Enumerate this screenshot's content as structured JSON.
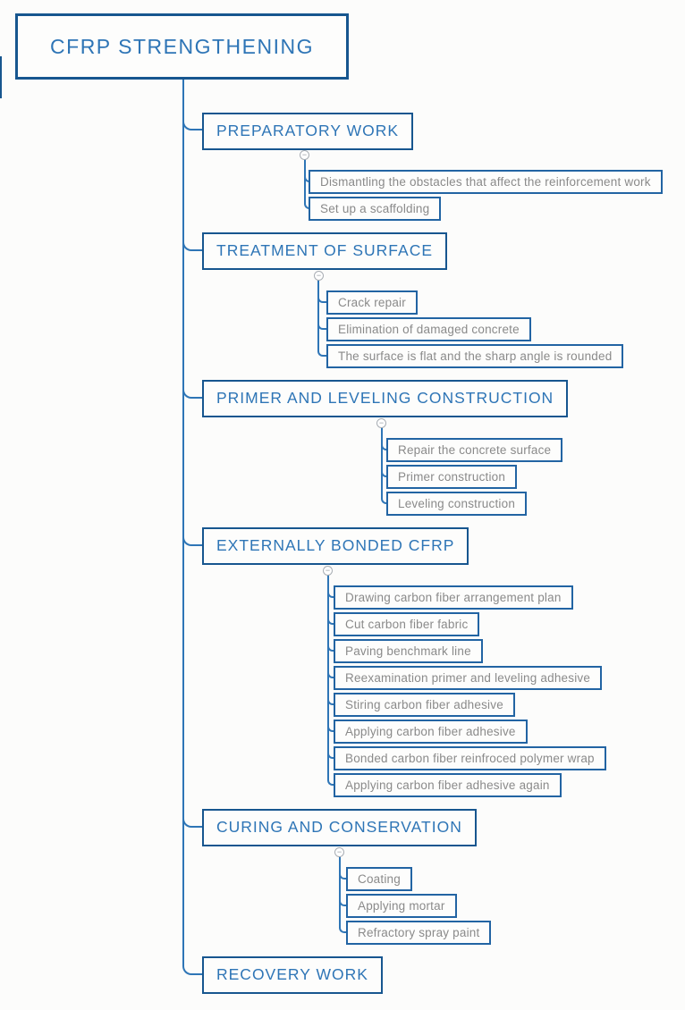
{
  "root": {
    "label": "CFRP STRENGTHENING"
  },
  "branches": [
    {
      "label": "PREPARATORY WORK",
      "children": [
        "Dismantling the obstacles that affect the reinforcement work",
        "Set up a scaffolding"
      ]
    },
    {
      "label": "TREATMENT OF SURFACE",
      "children": [
        "Crack repair",
        "Elimination of damaged concrete",
        "The surface is flat and the sharp angle is rounded"
      ]
    },
    {
      "label": "PRIMER AND LEVELING CONSTRUCTION",
      "children": [
        "Repair the concrete surface",
        "Primer construction",
        "Leveling construction"
      ]
    },
    {
      "label": "EXTERNALLY BONDED CFRP",
      "children": [
        "Drawing carbon fiber arrangement plan",
        "Cut carbon fiber fabric",
        "Paving benchmark line",
        "Reexamination primer and leveling adhesive",
        "Stiring carbon fiber adhesive",
        "Applying carbon fiber adhesive",
        "Bonded carbon fiber reinfroced polymer wrap",
        "Applying carbon fiber adhesive again"
      ]
    },
    {
      "label": "CURING AND CONSERVATION",
      "children": [
        "Coating",
        "Applying mortar",
        "Refractory spray paint"
      ]
    },
    {
      "label": "RECOVERY WORK",
      "children": []
    }
  ],
  "icons": {
    "collapse_glyph": "−"
  },
  "colors": {
    "header_border": "#17568f",
    "header_text": "#2e75b6",
    "leaf_border": "#2264a3",
    "leaf_text": "#8a8a8a",
    "connector": "#2e75b6",
    "background": "#fcfcfb"
  }
}
